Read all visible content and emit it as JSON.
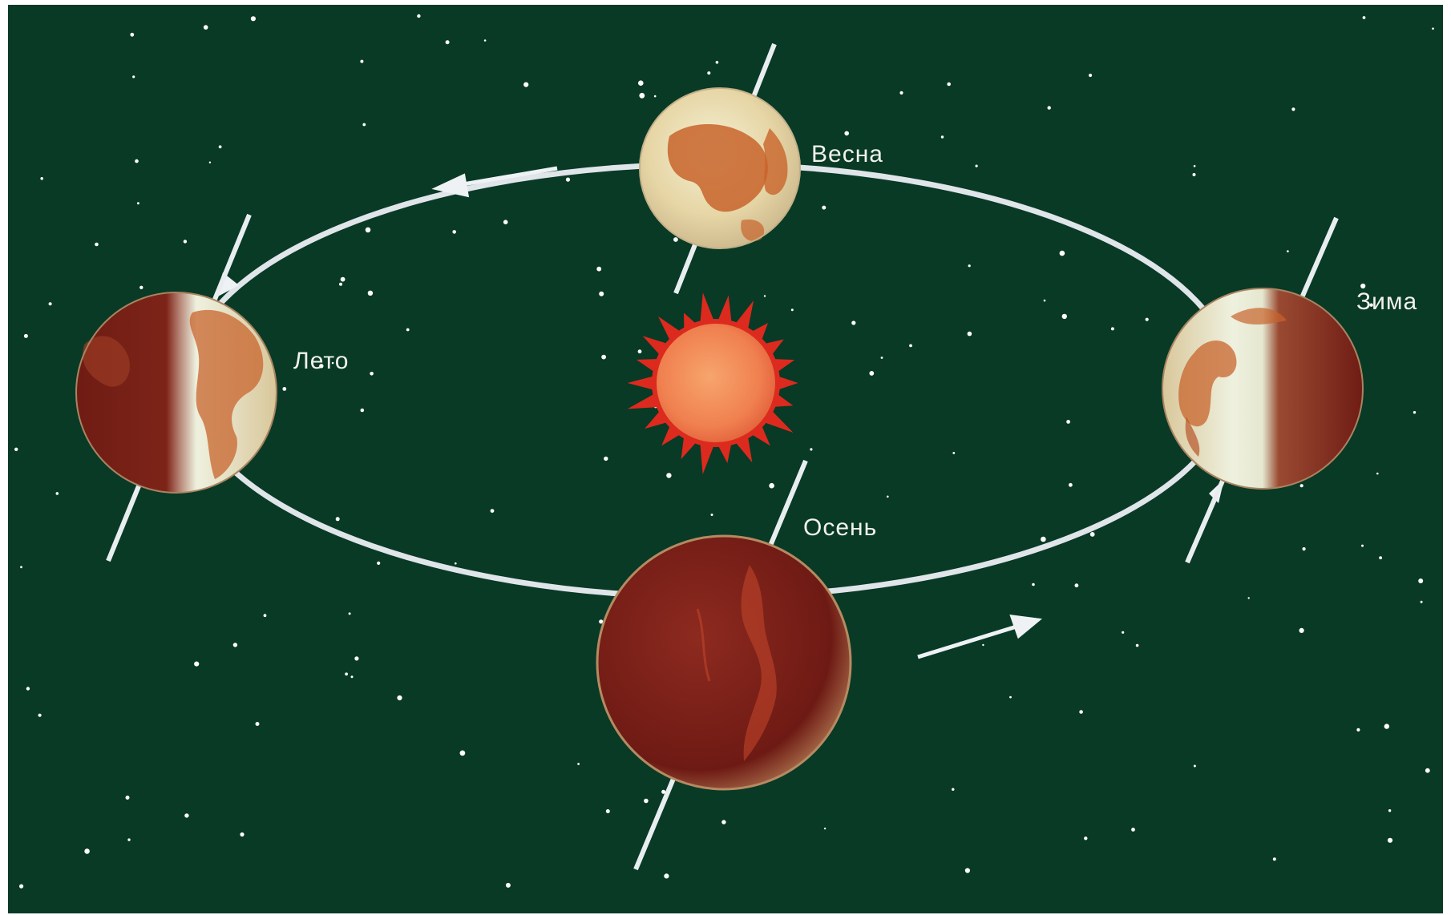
{
  "labels": {
    "spring": "Весна",
    "summer": "Лето",
    "winter": "Зима",
    "autumn": "Осень"
  },
  "colors": {
    "frame": "#ffffff",
    "space": "#083a26",
    "orbit": "#dfe5e8",
    "sun_core": "#f28a55",
    "sun_corona": "#dc2a1e",
    "planet_dark": "#7a1f16",
    "planet_land": "#c8642c",
    "planet_light": "#e9edd9",
    "star": "#ffffff"
  },
  "icons": {
    "sun": "sun-icon",
    "earth": "earth-globe-icon",
    "direction": "arrow-icon"
  }
}
